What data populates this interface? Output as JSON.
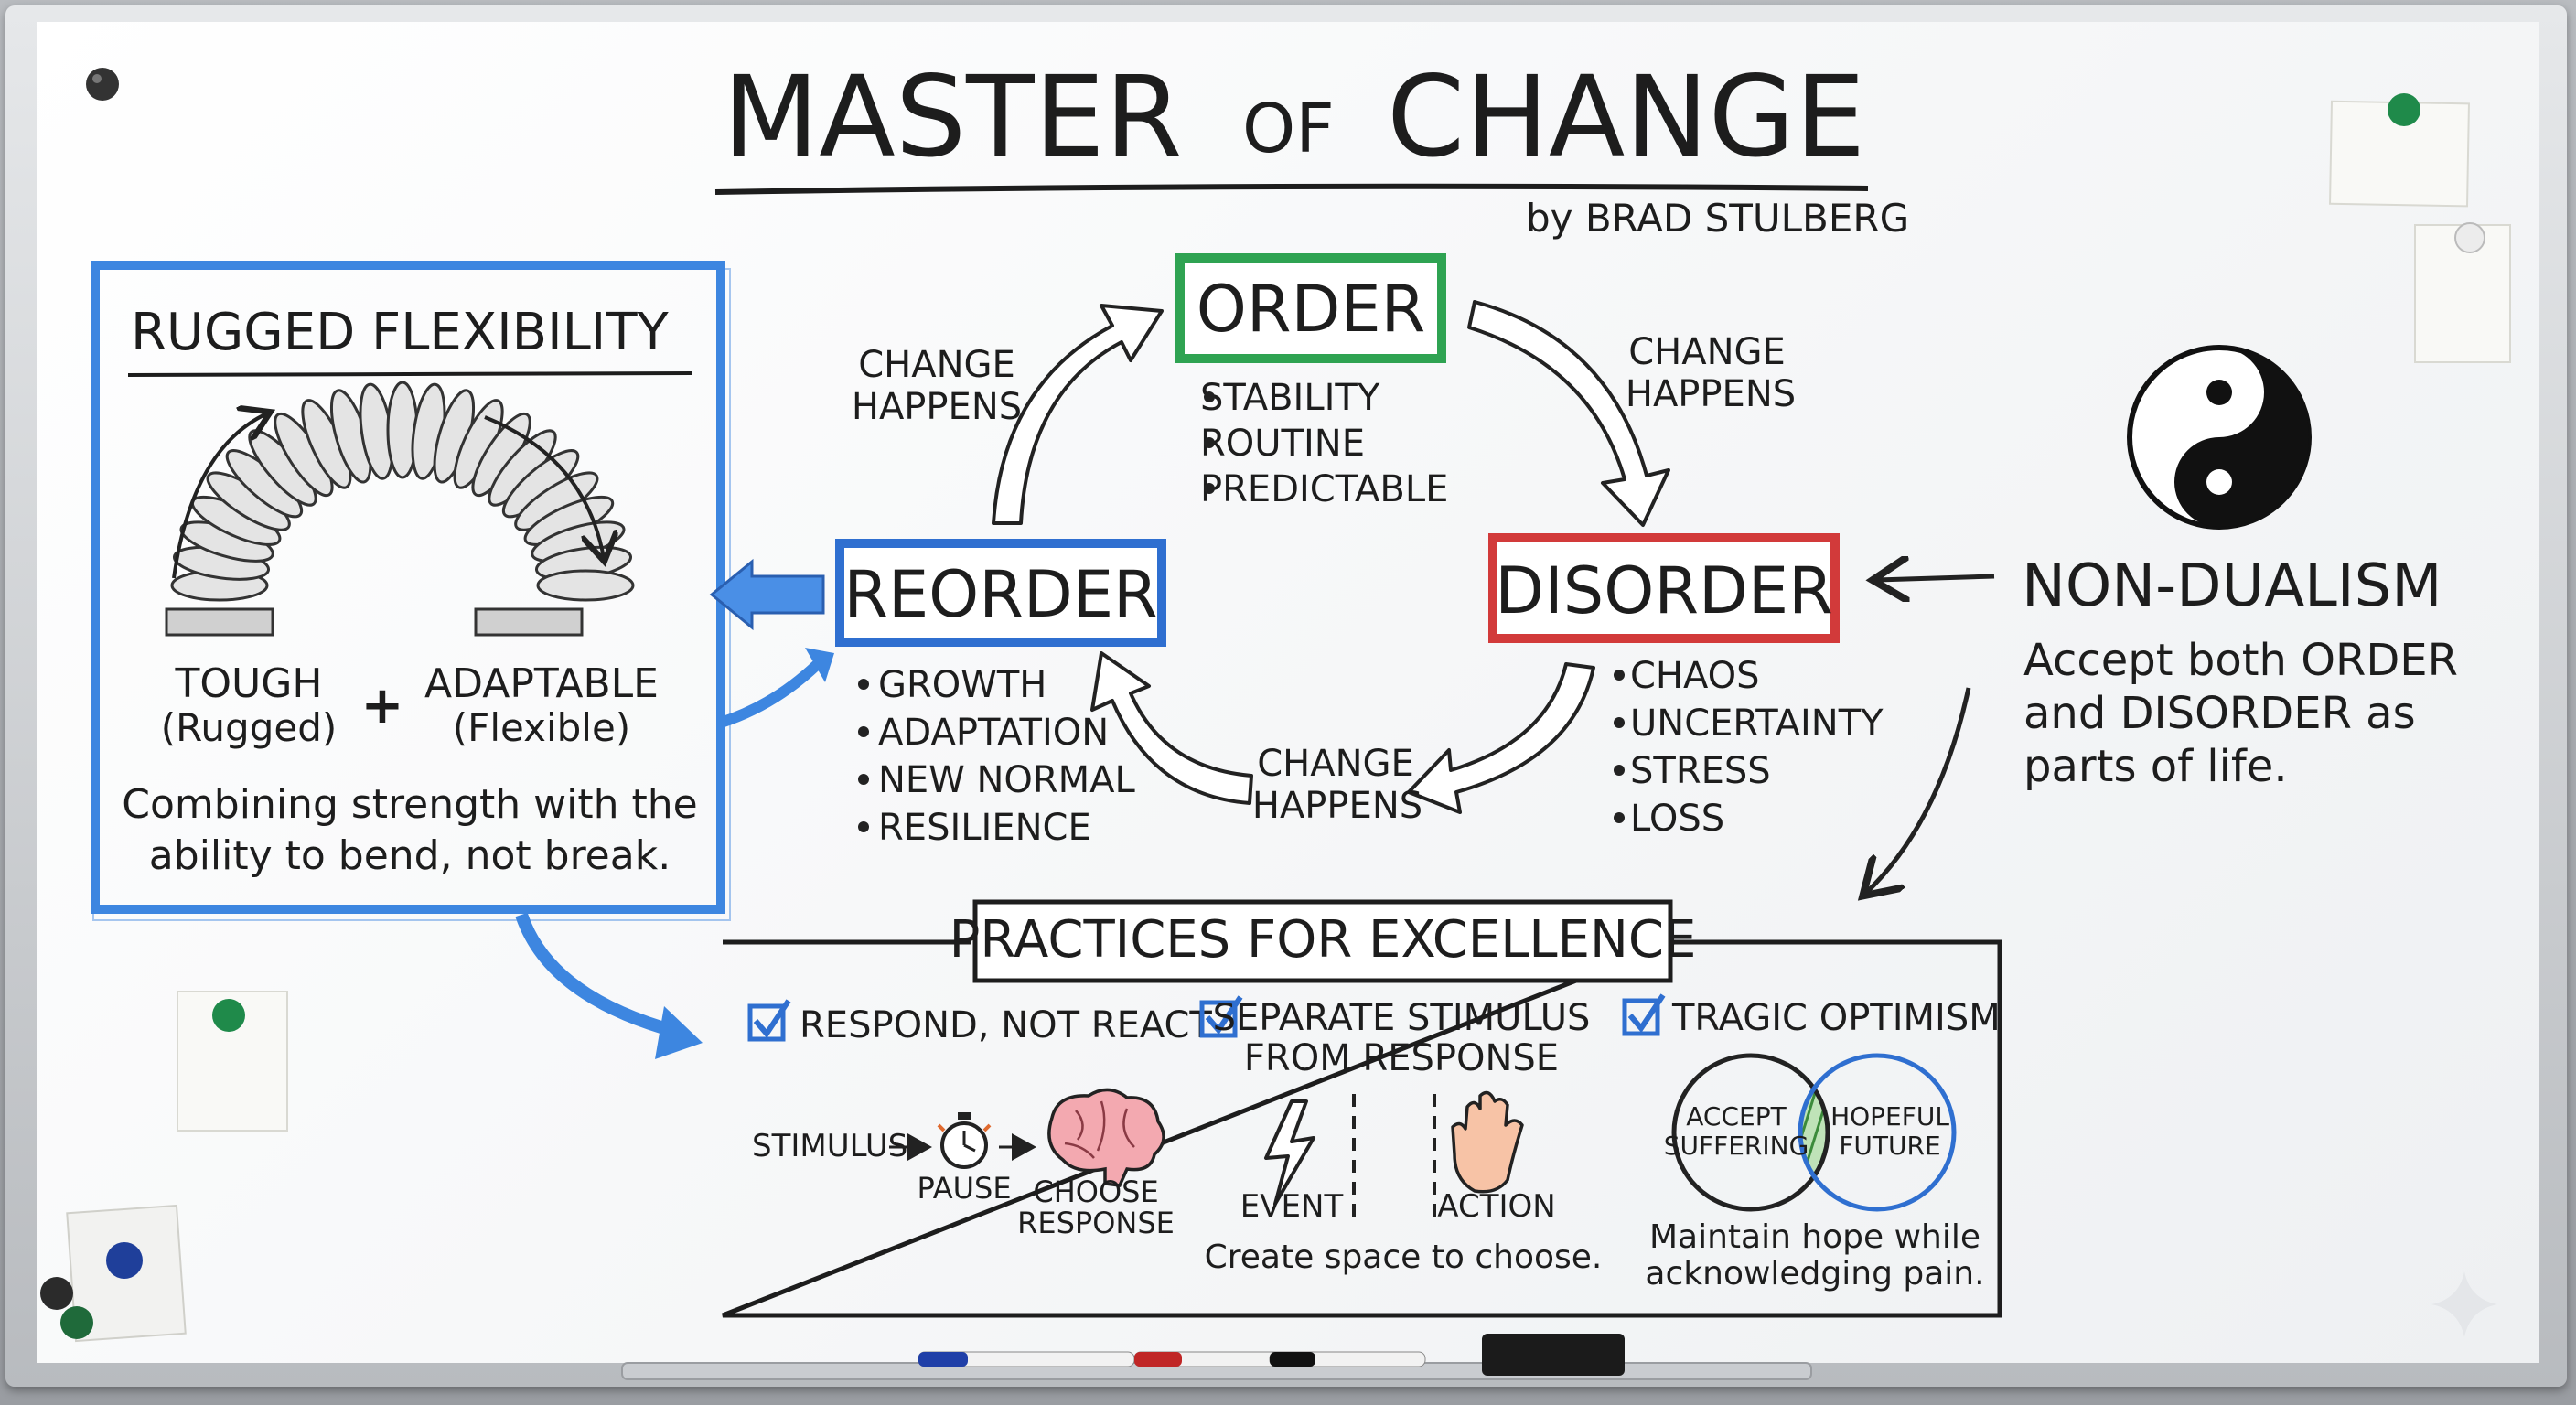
{
  "title": {
    "main": "MASTER",
    "of": "OF",
    "rest": "CHANGE",
    "author": "by BRAD STULBERG"
  },
  "cycle": {
    "order": {
      "label": "ORDER",
      "color": "#2fa352",
      "bullets": [
        "STABILITY",
        "ROUTINE",
        "PREDICTABLE"
      ]
    },
    "disorder": {
      "label": "DISORDER",
      "color": "#d23a3a",
      "bullets": [
        "CHAOS",
        "UNCERTAINTY",
        "STRESS",
        "LOSS"
      ]
    },
    "reorder": {
      "label": "REORDER",
      "color": "#2f6fd0",
      "bullets": [
        "GROWTH",
        "ADAPTATION",
        "NEW NORMAL",
        "RESILIENCE"
      ]
    },
    "change_label": [
      "CHANGE",
      "HAPPENS"
    ]
  },
  "rugged": {
    "title": "RUGGED FLEXIBILITY",
    "tough": "TOUGH",
    "tough_sub": "(Rugged)",
    "plus": "+",
    "adaptable": "ADAPTABLE",
    "adaptable_sub": "(Flexible)",
    "desc": [
      "Combining strength with the",
      "ability to bend, not break."
    ],
    "color": "#3d86e0"
  },
  "nondualism": {
    "title": "NON-DUALISM",
    "desc": [
      "Accept both ORDER",
      "and DISORDER as",
      "parts of life."
    ]
  },
  "practices": {
    "title": "PRACTICES FOR EXCELLENCE",
    "check_color": "#2f6fd0",
    "p1": {
      "title": "RESPOND, NOT REACT",
      "stimulus": "STIMULUS",
      "pause": "PAUSE",
      "choose": [
        "CHOOSE",
        "RESPONSE"
      ]
    },
    "p2": {
      "title": [
        "SEPARATE STIMULUS",
        "FROM RESPONSE"
      ],
      "event": "EVENT",
      "action": "ACTION",
      "caption": "Create space to choose."
    },
    "p3": {
      "title": "TRAGIC OPTIMISM",
      "left": [
        "ACCEPT",
        "SUFFERING"
      ],
      "right": [
        "HOPEFUL",
        "FUTURE"
      ],
      "caption": [
        "Maintain hope while",
        "acknowledging pain."
      ]
    }
  }
}
